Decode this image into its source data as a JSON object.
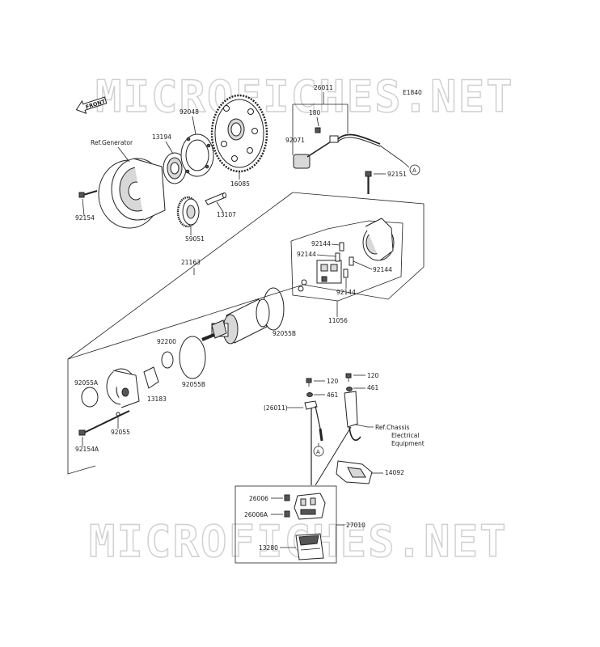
{
  "watermark": {
    "text": "MICROFICHES.NET"
  },
  "diagram_code": "E1840",
  "front_label": "FRONT",
  "callout_a": "A",
  "labels": {
    "p26011_top": "26011",
    "p180": "180",
    "p92071": "92071",
    "p92151": "92151",
    "p92048": "92048",
    "p13194": "13194",
    "ref_generator": "Ref.Generator",
    "p16085": "16085",
    "p92154": "92154",
    "p13107": "13107",
    "p59051": "59051",
    "p21163": "21163",
    "p92144_a": "92144",
    "p92144_b": "92144",
    "p92144_c": "92144",
    "p92144_d": "92144",
    "p11056": "11056",
    "p92055B_a": "92055B",
    "p92200": "92200",
    "p92055B_b": "92055B",
    "p92055A": "92055A",
    "p13183": "13183",
    "p92055": "92055",
    "p92154A": "92154A",
    "p120_a": "120",
    "p120_b": "120",
    "p461_a": "461",
    "p461_b": "461",
    "p26011_paren": "(26011)",
    "ref_chassis_1": "Ref.Chassis",
    "ref_chassis_2": "Electrical",
    "ref_chassis_3": "Equipment",
    "p14092": "14092",
    "p26006": "26006",
    "p26006A": "26006A",
    "p27010": "27010",
    "p13280": "13280"
  }
}
